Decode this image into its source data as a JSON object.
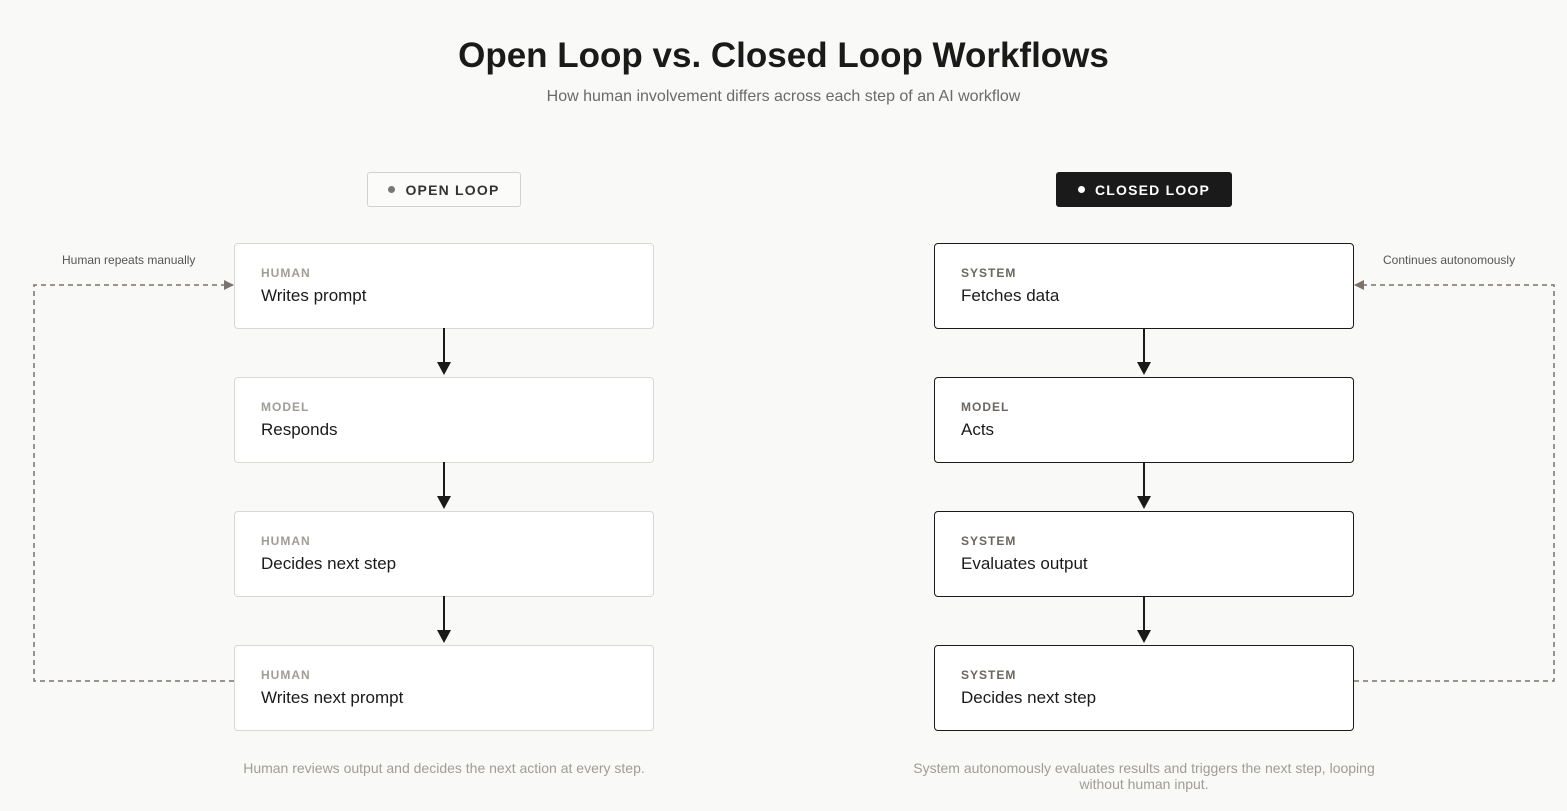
{
  "header": {
    "title": "Open Loop vs. Closed Loop Workflows",
    "subtitle": "How human involvement differs across each step of an AI workflow"
  },
  "open_loop": {
    "badge": "OPEN LOOP",
    "loop_label": "Human repeats manually",
    "steps": [
      {
        "role": "HUMAN",
        "action": "Writes prompt"
      },
      {
        "role": "MODEL",
        "action": "Responds"
      },
      {
        "role": "HUMAN",
        "action": "Decides next step"
      },
      {
        "role": "HUMAN",
        "action": "Writes next prompt"
      }
    ],
    "caption": "Human reviews output and decides the next action at every step."
  },
  "closed_loop": {
    "badge": "CLOSED LOOP",
    "loop_label": "Continues autonomously",
    "steps": [
      {
        "role": "SYSTEM",
        "action": "Fetches data"
      },
      {
        "role": "MODEL",
        "action": "Acts"
      },
      {
        "role": "SYSTEM",
        "action": "Evaluates output"
      },
      {
        "role": "SYSTEM",
        "action": "Decides next step"
      }
    ],
    "caption": "System autonomously evaluates results and triggers the next step, looping without human input."
  },
  "colors": {
    "background": "#f9f9f7",
    "closed_accent": "#1a1a1a",
    "open_border": "#d9d7d2",
    "loop_line": "#7a726c"
  }
}
